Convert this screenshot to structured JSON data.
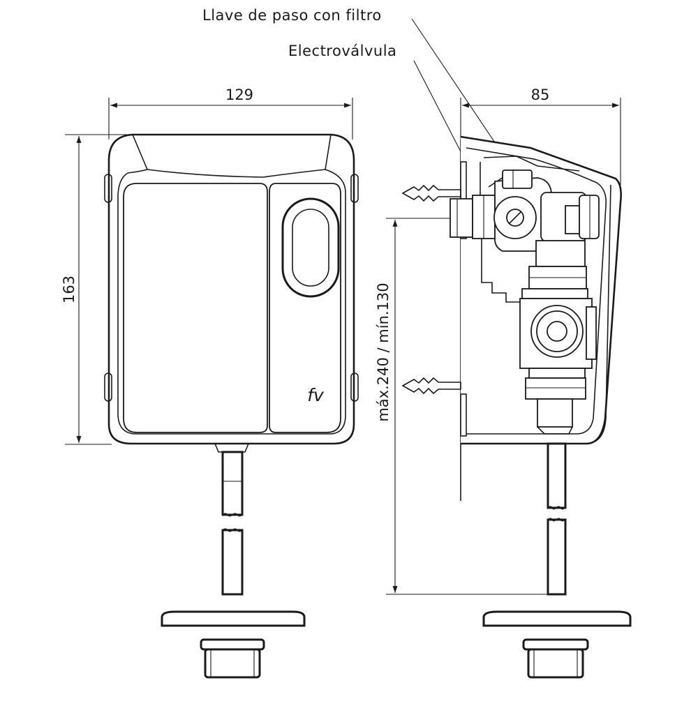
{
  "labels": {
    "filter_valve": "Llave de paso con filtro",
    "solenoid_valve": "Electroválvula"
  },
  "dimensions": {
    "width": "129",
    "height": "163",
    "depth": "85",
    "install_height": "máx.240 / mín.130"
  },
  "logo": "fv",
  "colors": {
    "line": "#1a1a1a",
    "background": "#ffffff"
  }
}
